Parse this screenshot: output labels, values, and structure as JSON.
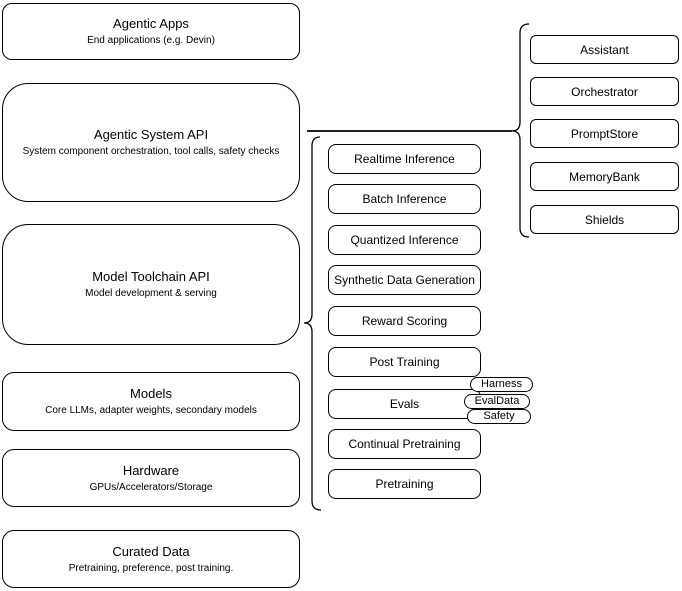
{
  "diagram": {
    "left_stack": [
      {
        "title": "Agentic Apps",
        "subtitle": "End applications (e.g. Devin)"
      },
      {
        "title": "Agentic System API",
        "subtitle": "System component orchestration, tool calls, safety checks"
      },
      {
        "title": "Model Toolchain API",
        "subtitle": "Model development & serving"
      },
      {
        "title": "Models",
        "subtitle": "Core LLMs, adapter weights, secondary models"
      },
      {
        "title": "Hardware",
        "subtitle": "GPUs/Accelerators/Storage"
      },
      {
        "title": "Curated Data",
        "subtitle": "Pretraining, preference, post training."
      }
    ],
    "toolchain_components": [
      {
        "label": "Realtime Inference"
      },
      {
        "label": "Batch Inference"
      },
      {
        "label": "Quantized Inference"
      },
      {
        "label": "Synthetic Data Generation"
      },
      {
        "label": "Reward Scoring"
      },
      {
        "label": "Post Training"
      },
      {
        "label": "Evals"
      },
      {
        "label": "Continual Pretraining"
      },
      {
        "label": "Pretraining"
      }
    ],
    "system_components": [
      {
        "label": "Assistant"
      },
      {
        "label": "Orchestrator"
      },
      {
        "label": "PromptStore"
      },
      {
        "label": "MemoryBank"
      },
      {
        "label": "Shields"
      }
    ],
    "evals_tags": [
      {
        "label": "Harness"
      },
      {
        "label": "EvalData"
      },
      {
        "label": "Safety"
      }
    ],
    "colors": {
      "stroke": "#000000",
      "background": "#ffffff",
      "text": "#000000"
    }
  }
}
